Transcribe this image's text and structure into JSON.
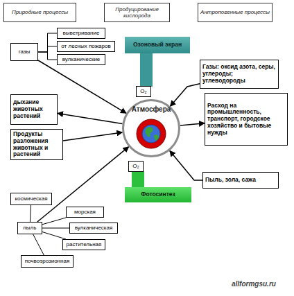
{
  "diagram": {
    "nodes": [
      {
        "text": [
          "Природные процессы"
        ]
      },
      {
        "text": [
          "Продуцирование кислорода"
        ]
      },
      {
        "text": [
          "Антропогенные процессы"
        ]
      },
      {
        "text": [
          "газы"
        ]
      },
      {
        "text": [
          "выветривание"
        ]
      },
      {
        "text": [
          "от лесных пожаров"
        ]
      },
      {
        "text": [
          "вулканические"
        ]
      },
      {
        "text": [
          "Озоновый экран"
        ]
      },
      {
        "text": [
          "O₂"
        ]
      },
      {
        "text": [
          "Газы: оксид азота, серы, углероды; углеводороды"
        ]
      },
      {
        "text": [
          "Атмосфера"
        ]
      },
      {
        "text": [
          "дыхание животных растений"
        ]
      },
      {
        "text": [
          "Расход на промышленность, транспорт, городское хозяйство и бытовые нужды"
        ]
      },
      {
        "text": [
          "Продукты разложения животных и растений"
        ]
      },
      {
        "text": [
          "O₂"
        ]
      },
      {
        "text": [
          "Пыль, зола, сажа"
        ]
      },
      {
        "text": [
          "Фотосинтез"
        ]
      },
      {
        "text": [
          "космическая"
        ]
      },
      {
        "text": [
          "пыль"
        ]
      },
      {
        "text": [
          "морская"
        ]
      },
      {
        "text": [
          "вулканическая"
        ]
      },
      {
        "text": [
          "растительная"
        ]
      },
      {
        "text": [
          "почвоэрозионная"
        ]
      }
    ],
    "edges": [
      {
        "from": 3,
        "to": 4,
        "arrow": "none"
      },
      {
        "from": 3,
        "to": 5,
        "arrow": "none"
      },
      {
        "from": 3,
        "to": 6,
        "arrow": "none"
      },
      {
        "from": 3,
        "to": 10,
        "arrow": "to"
      },
      {
        "from": 9,
        "to": 10,
        "arrow": "to"
      },
      {
        "from": 10,
        "to": 11,
        "arrow": "to"
      },
      {
        "from": 13,
        "to": 10,
        "arrow": "to"
      },
      {
        "from": 10,
        "to": 12,
        "arrow": "to"
      },
      {
        "from": 15,
        "to": 10,
        "arrow": "to"
      },
      {
        "from": 18,
        "to": 10,
        "arrow": "to"
      },
      {
        "from": 18,
        "to": 17,
        "arrow": "none"
      },
      {
        "from": 18,
        "to": 19,
        "arrow": "none"
      },
      {
        "from": 18,
        "to": 20,
        "arrow": "none"
      },
      {
        "from": 18,
        "to": 21,
        "arrow": "none"
      },
      {
        "from": 18,
        "to": 22,
        "arrow": "none"
      }
    ],
    "labels": [
      "allformgsu.ru"
    ]
  }
}
